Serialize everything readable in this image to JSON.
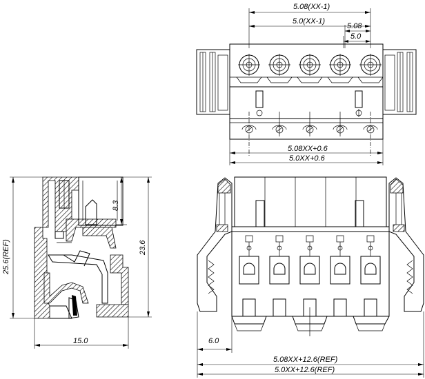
{
  "dimensions": {
    "top_overall_508": "5.08(XX-1)",
    "top_overall_50": "5.0(XX-1)",
    "top_pitch_508": "5.08",
    "top_pitch_50": "5.0",
    "top_bottom_508": "5.08XX+0.6",
    "top_bottom_50": "5.0XX+0.6",
    "side_height_ref": "25.6(REF)",
    "side_small_height": "8.3",
    "side_height": "23.6",
    "side_width": "15.0",
    "front_offset": "6.0",
    "front_width_508": "5.08XX+12.6(REF)",
    "front_width_50": "5.0XX+12.6(REF)"
  }
}
